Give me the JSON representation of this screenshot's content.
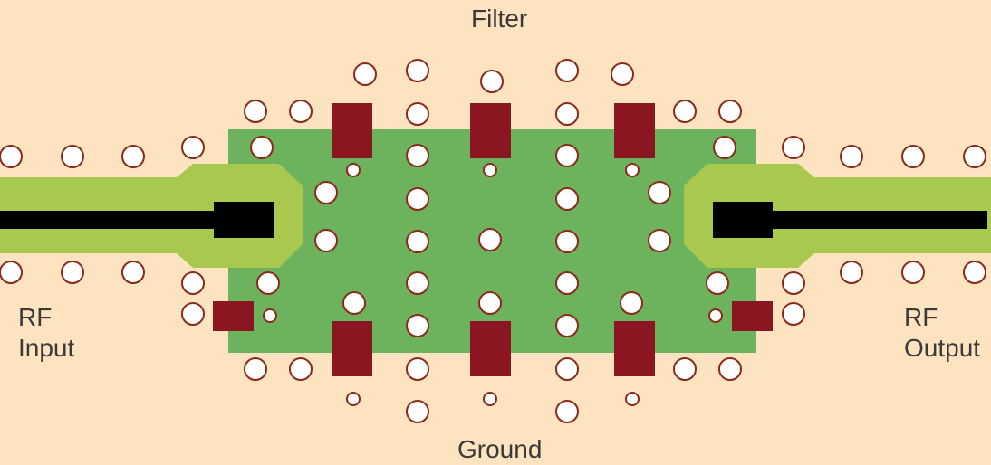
{
  "labels": {
    "top": "Filter",
    "bottom": "Ground",
    "input_line1": "RF",
    "input_line2": "Input",
    "output_line1": "RF",
    "output_line2": "Output"
  },
  "colors": {
    "background": "#fde3c0",
    "ground_plane": "#6db35d",
    "feed_pad": "#a8c84e",
    "trace": "#000000",
    "component_pad": "#8b1520",
    "via_outline": "#8b2a1a"
  }
}
